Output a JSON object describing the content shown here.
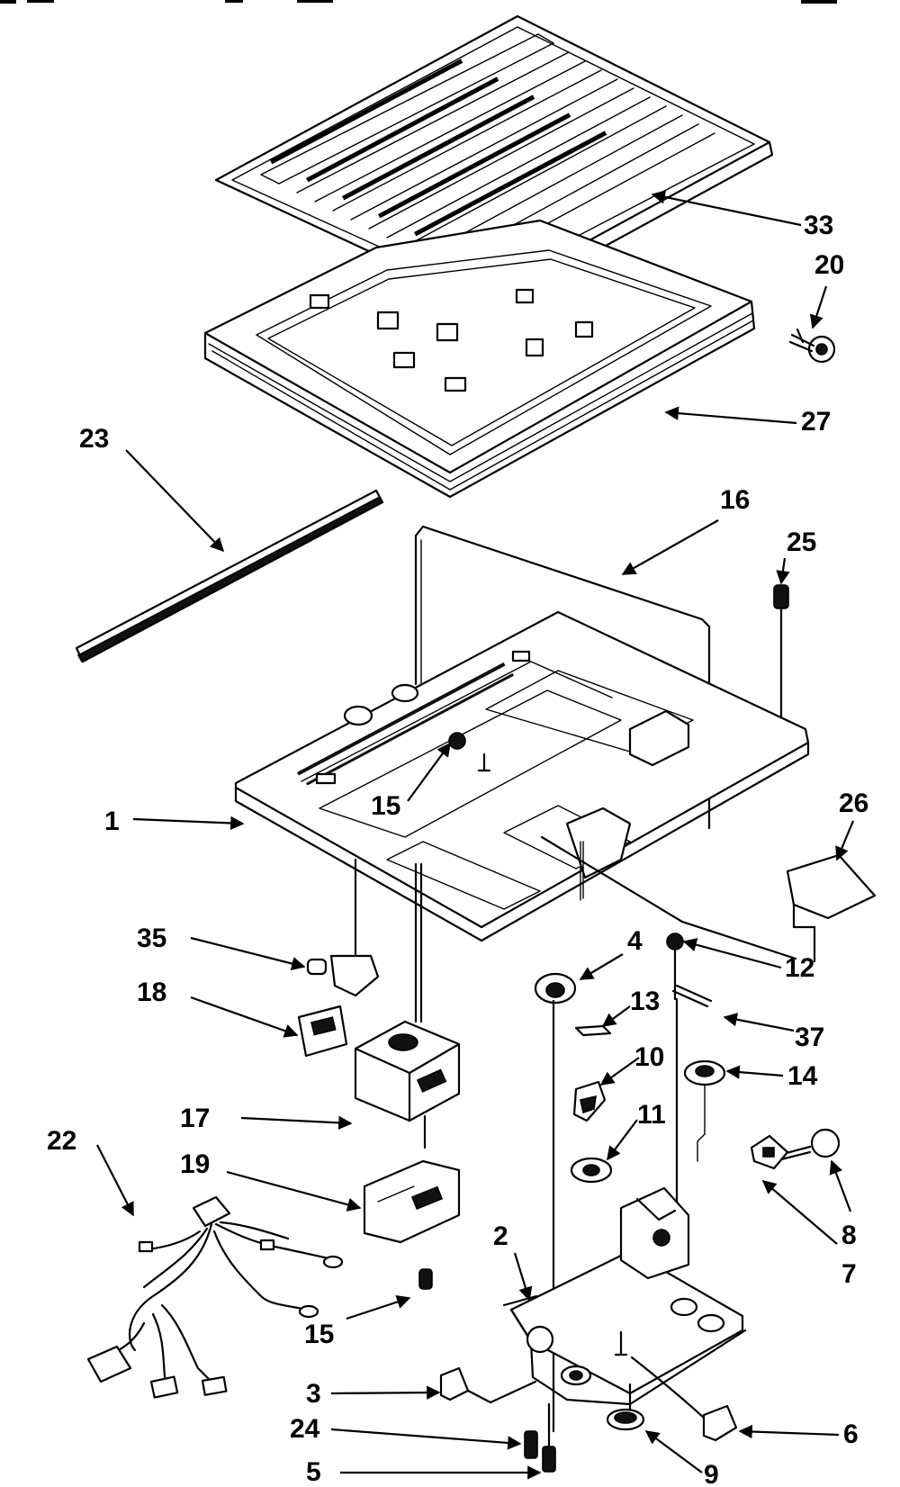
{
  "labels": {
    "l33": "33",
    "l20": "20",
    "l27": "27",
    "l23": "23",
    "l16": "16",
    "l25": "25",
    "l1": "1",
    "l15a": "15",
    "l26": "26",
    "l35": "35",
    "l4": "4",
    "l12": "12",
    "l18": "18",
    "l13": "13",
    "l37": "37",
    "l10": "10",
    "l14": "14",
    "l17": "17",
    "l11": "11",
    "l19": "19",
    "l8": "8",
    "l22": "22",
    "l2": "2",
    "l7": "7",
    "l15b": "15",
    "l3": "3",
    "l6": "6",
    "l24": "24",
    "l5": "5",
    "l9": "9"
  }
}
